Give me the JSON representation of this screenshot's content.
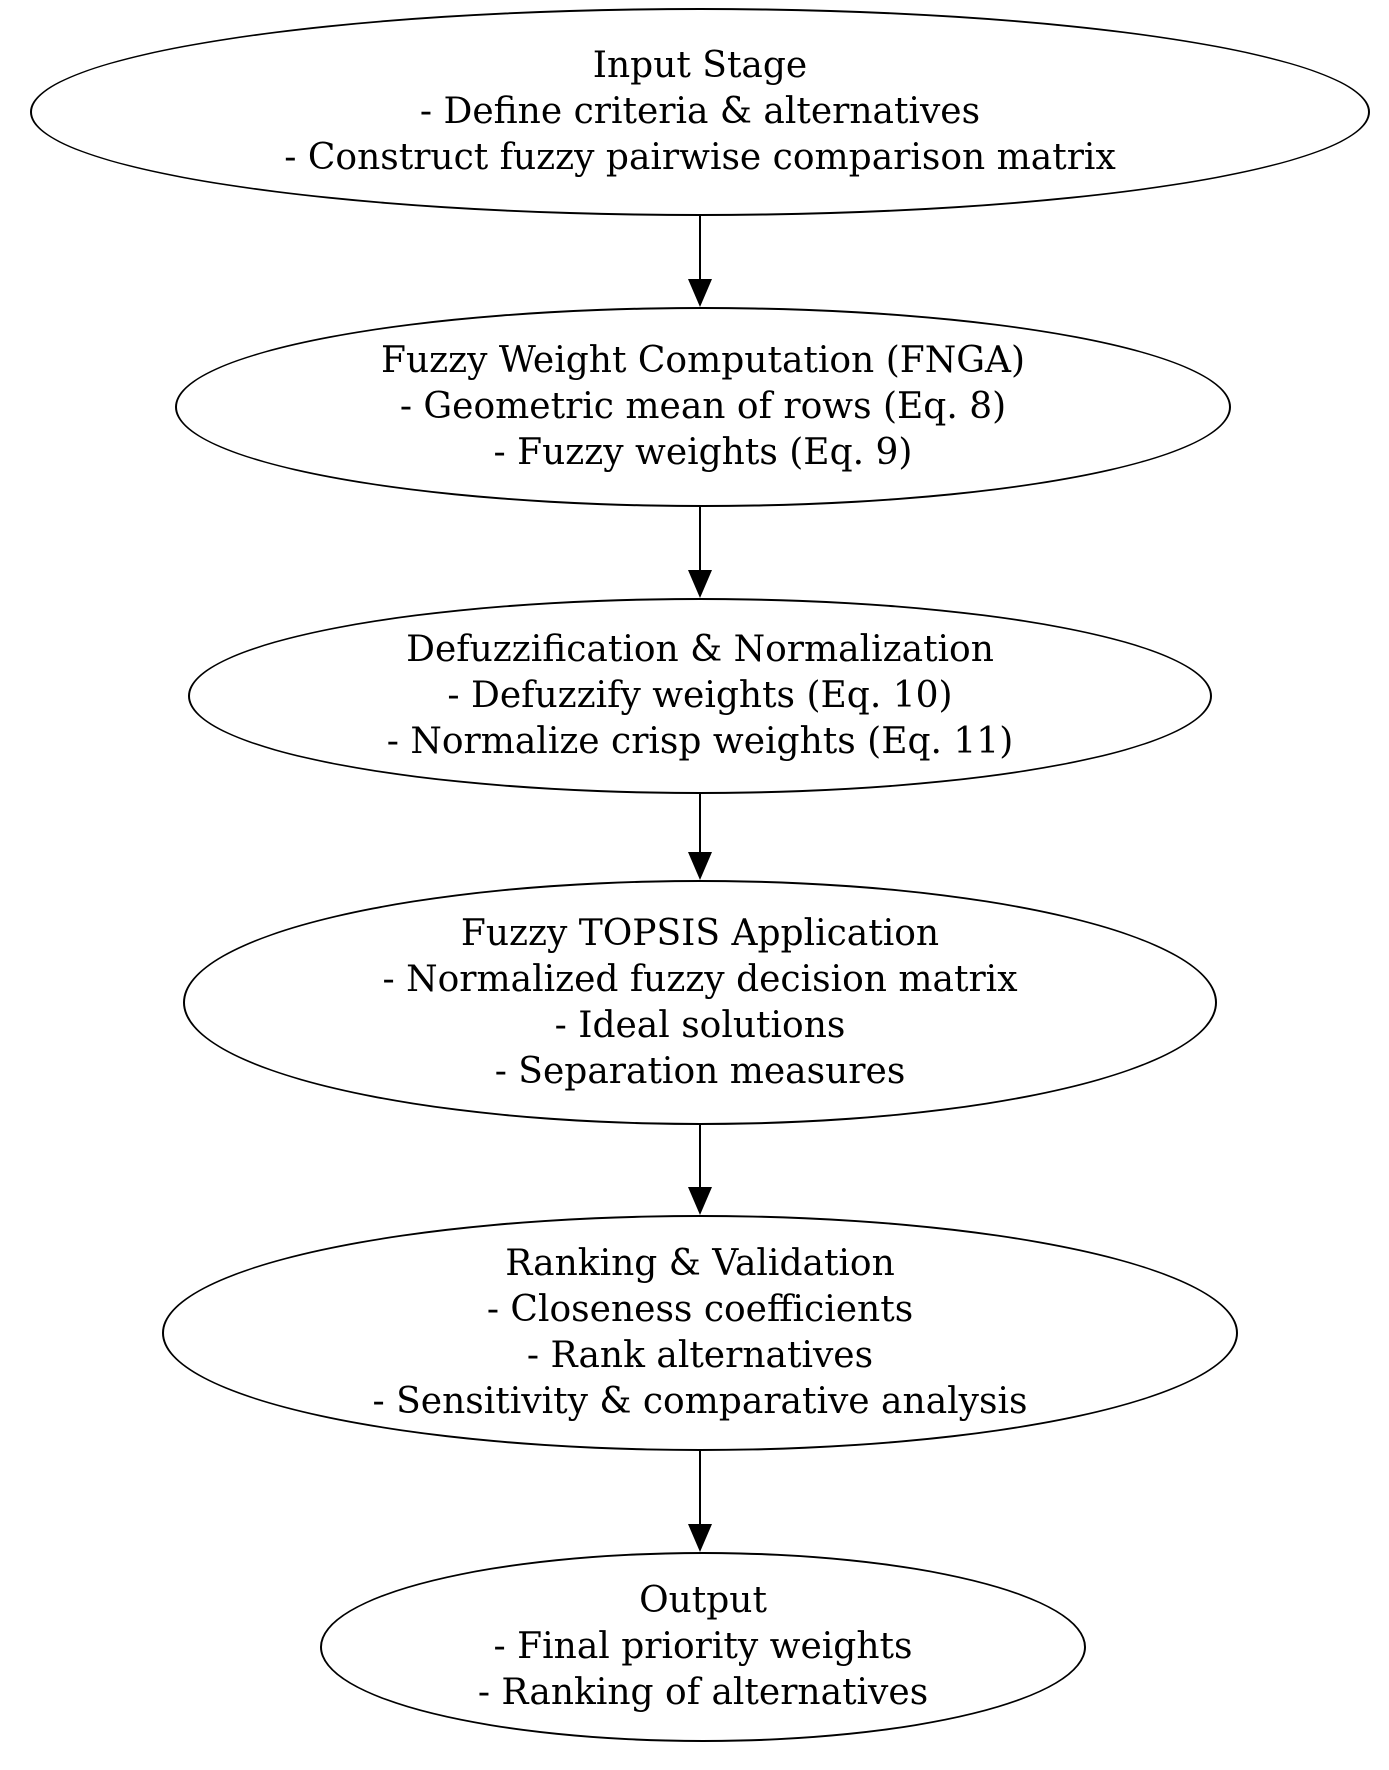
{
  "diagram": {
    "type": "flowchart",
    "background_color": "#ffffff",
    "stroke_color": "#000000",
    "text_color": "#000000",
    "nodes": [
      {
        "id": "input-stage",
        "shape": "ellipse",
        "lines": [
          "Input Stage",
          "- Define criteria & alternatives",
          "- Construct fuzzy pairwise comparison matrix"
        ]
      },
      {
        "id": "fuzzy-weight-computation",
        "shape": "ellipse",
        "lines": [
          "Fuzzy Weight Computation (FNGA)",
          "- Geometric mean of rows (Eq. 8)",
          "- Fuzzy weights (Eq. 9)"
        ]
      },
      {
        "id": "defuzzification-normalization",
        "shape": "ellipse",
        "lines": [
          "Defuzzification & Normalization",
          "- Defuzzify weights (Eq. 10)",
          "- Normalize crisp weights (Eq. 11)"
        ]
      },
      {
        "id": "fuzzy-topsis-application",
        "shape": "ellipse",
        "lines": [
          "Fuzzy TOPSIS Application",
          "- Normalized fuzzy decision matrix",
          "- Ideal solutions",
          "- Separation measures"
        ]
      },
      {
        "id": "ranking-validation",
        "shape": "ellipse",
        "lines": [
          "Ranking & Validation",
          "- Closeness coefficients",
          "- Rank alternatives",
          "- Sensitivity & comparative analysis"
        ]
      },
      {
        "id": "output",
        "shape": "ellipse",
        "lines": [
          "Output",
          "- Final priority weights",
          "- Ranking of alternatives"
        ]
      }
    ],
    "edges": [
      {
        "from": "input-stage",
        "to": "fuzzy-weight-computation"
      },
      {
        "from": "fuzzy-weight-computation",
        "to": "defuzzification-normalization"
      },
      {
        "from": "defuzzification-normalization",
        "to": "fuzzy-topsis-application"
      },
      {
        "from": "fuzzy-topsis-application",
        "to": "ranking-validation"
      },
      {
        "from": "ranking-validation",
        "to": "output"
      }
    ]
  }
}
